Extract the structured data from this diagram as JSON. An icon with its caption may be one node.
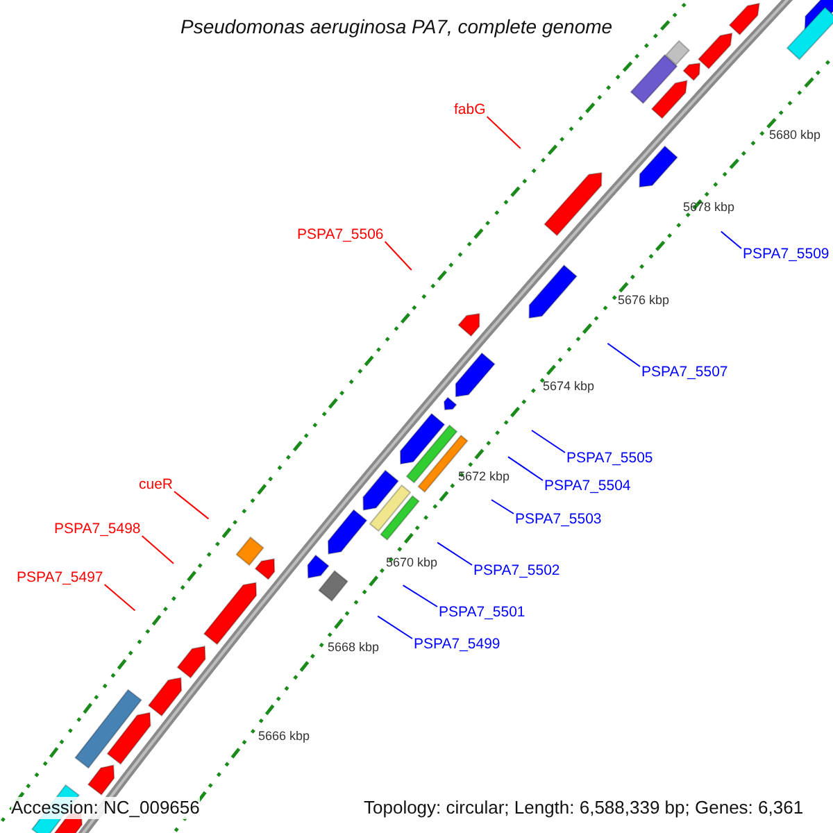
{
  "diagram": {
    "title": "Pseudomonas aeruginosa PA7, complete genome",
    "nodes": [
      {
        "text": [
          "fabG"
        ]
      },
      {
        "text": [
          "PSPA7_5506"
        ]
      },
      {
        "text": [
          "PSPA7_5509"
        ]
      },
      {
        "text": [
          "PSPA7_5507"
        ]
      },
      {
        "text": [
          "PSPA7_5505"
        ]
      },
      {
        "text": [
          "cueR"
        ]
      },
      {
        "text": [
          "PSPA7_5504"
        ]
      },
      {
        "text": [
          "PSPA7_5503"
        ]
      },
      {
        "text": [
          "PSPA7_5498"
        ]
      },
      {
        "text": [
          "PSPA7_5502"
        ]
      },
      {
        "text": [
          "PSPA7_5497"
        ]
      },
      {
        "text": [
          "PSPA7_5501"
        ]
      },
      {
        "text": [
          "PSPA7_5499"
        ]
      }
    ],
    "edges": [
      {
        "from": 0,
        "to": null,
        "arrow": "none",
        "color": "#ff0000"
      },
      {
        "from": 1,
        "to": null,
        "arrow": "none",
        "color": "#ff0000"
      },
      {
        "from": 2,
        "to": null,
        "arrow": "none"
      },
      {
        "from": 3,
        "to": null,
        "arrow": "none"
      },
      {
        "from": 4,
        "to": null,
        "arrow": "none"
      },
      {
        "from": 5,
        "to": null,
        "arrow": "none",
        "color": "#ff0000"
      },
      {
        "from": 6,
        "to": null,
        "arrow": "none"
      },
      {
        "from": 7,
        "to": null,
        "arrow": "none"
      },
      {
        "from": 8,
        "to": null,
        "arrow": "none",
        "color": "#ff0000"
      },
      {
        "from": 9,
        "to": null,
        "arrow": "none"
      },
      {
        "from": 10,
        "to": null,
        "arrow": "none",
        "color": "#ff0000"
      },
      {
        "from": 11,
        "to": null,
        "arrow": "none"
      },
      {
        "from": 12,
        "to": null,
        "arrow": "none"
      }
    ],
    "labels": [
      "5680 kbp",
      "5678 kbp",
      "5676 kbp",
      "5674 kbp",
      "5672 kbp",
      "5670 kbp",
      "5668 kbp",
      "5666 kbp",
      "Accession: NC_009656",
      "Topology: circular; Length: 6,588,339 bp; Genes: 6,361"
    ]
  }
}
